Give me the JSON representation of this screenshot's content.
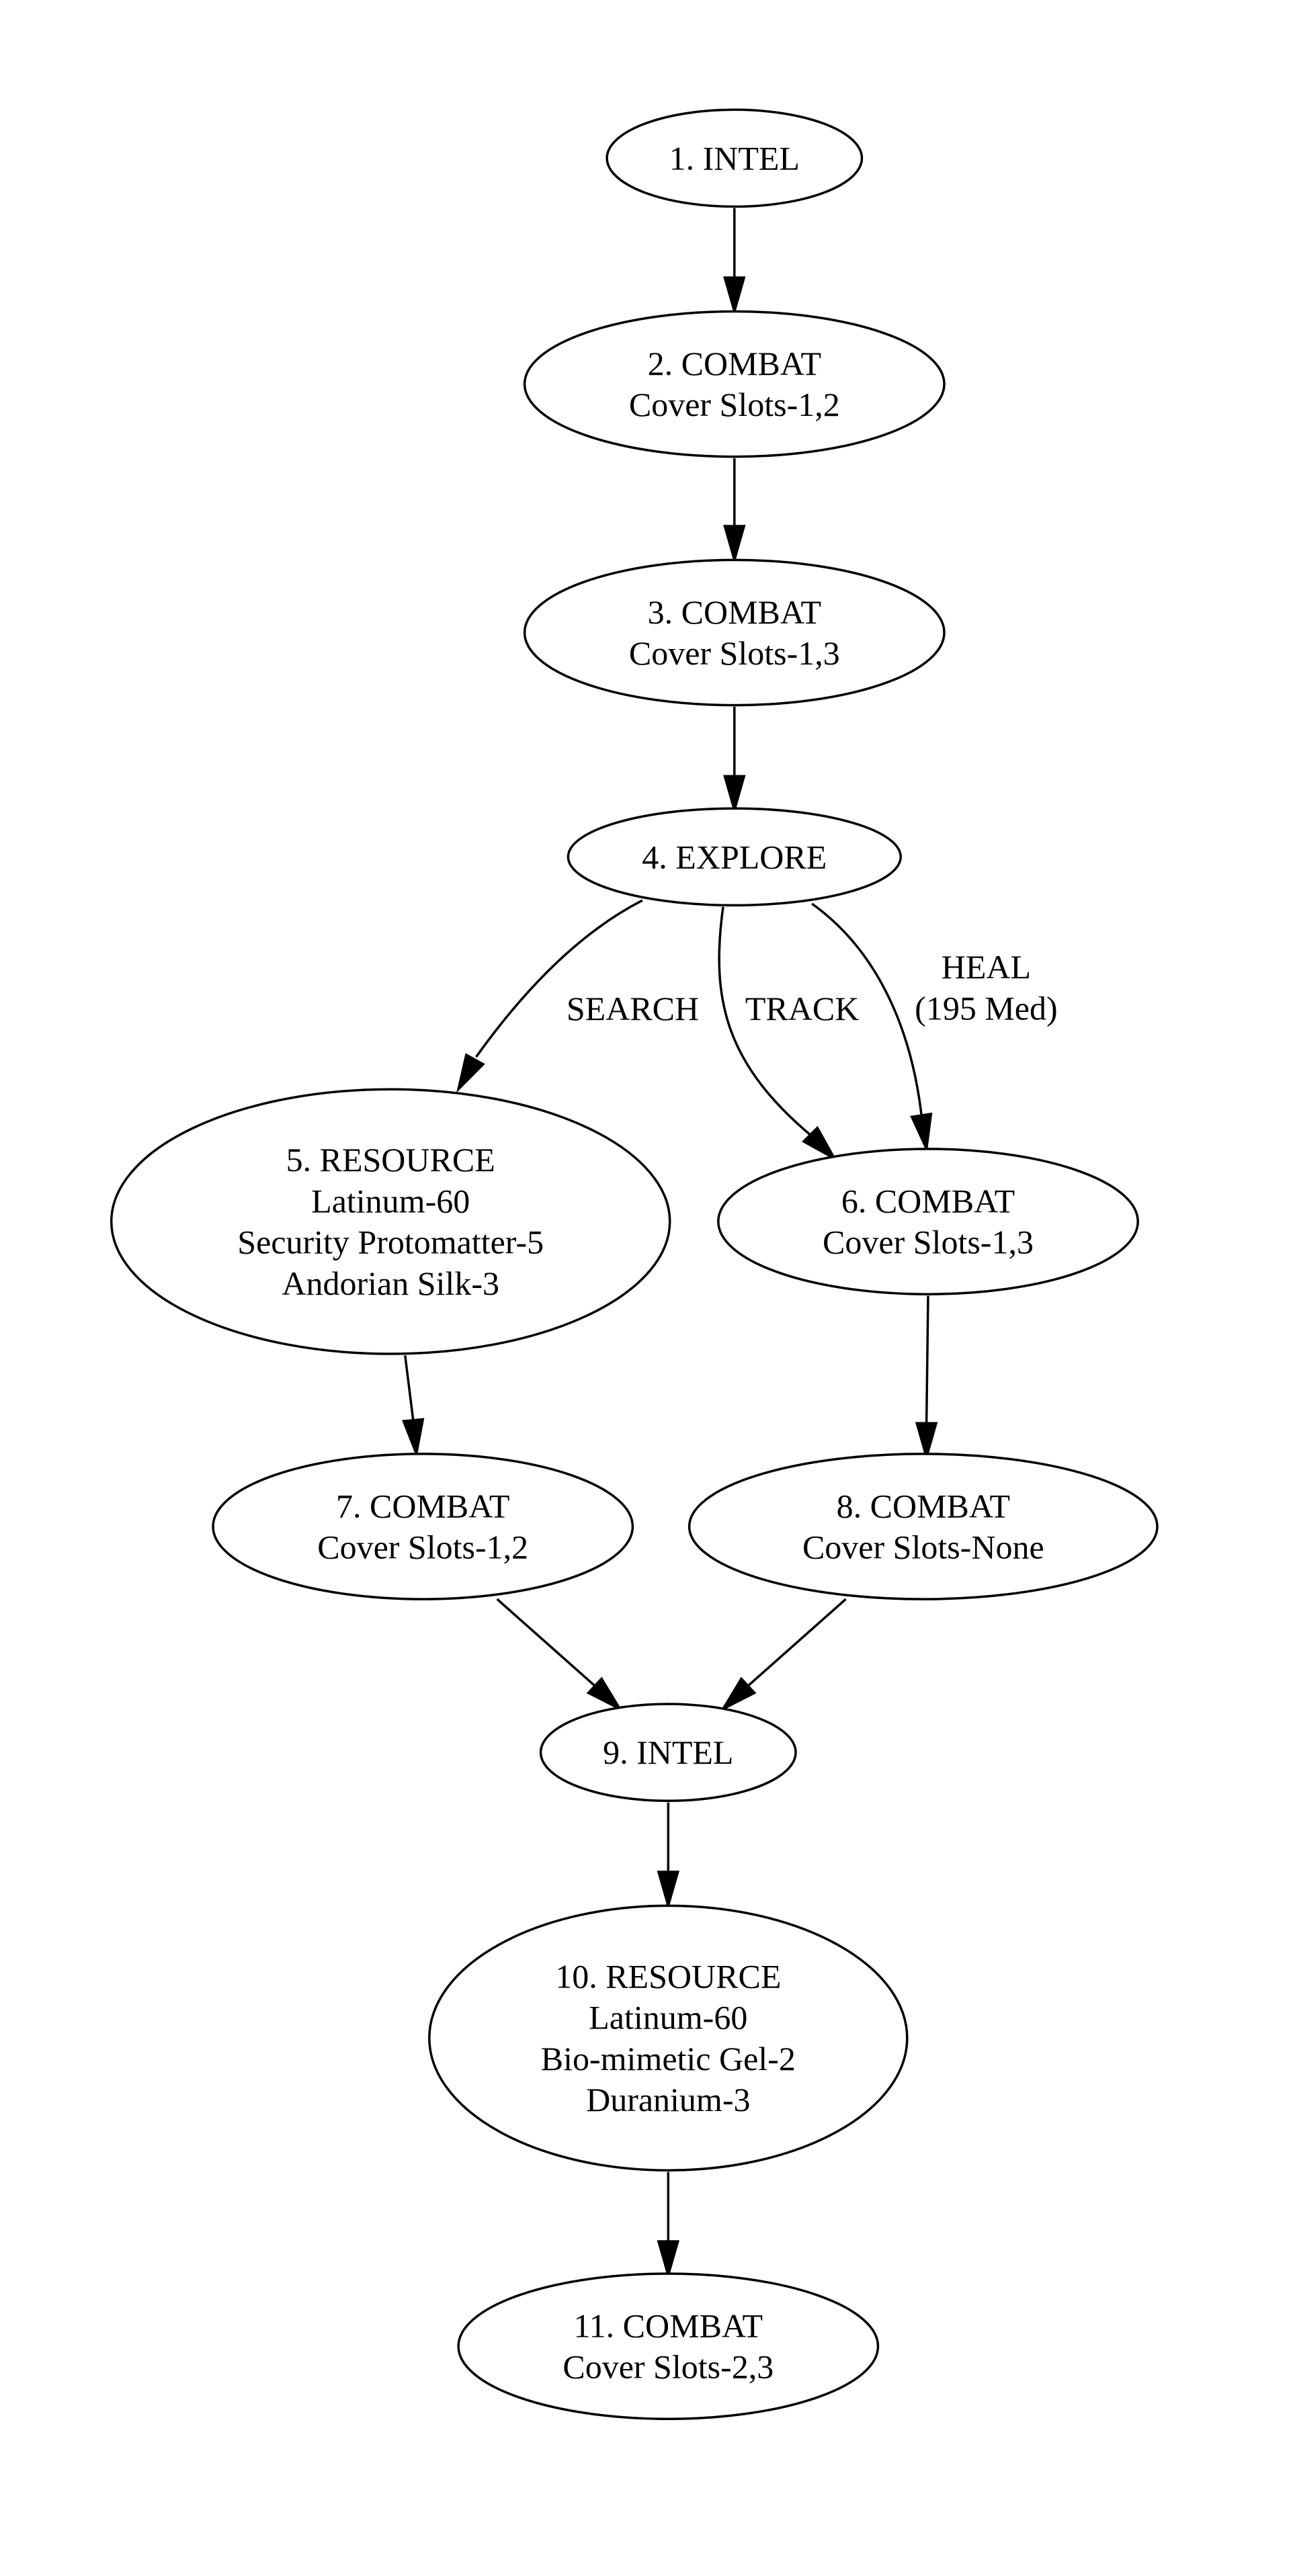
{
  "diagram": {
    "nodes": [
      {
        "id": "n1",
        "lines": [
          "1. INTEL"
        ]
      },
      {
        "id": "n2",
        "lines": [
          "2. COMBAT",
          "Cover Slots-1,2"
        ]
      },
      {
        "id": "n3",
        "lines": [
          "3. COMBAT",
          "Cover Slots-1,3"
        ]
      },
      {
        "id": "n4",
        "lines": [
          "4. EXPLORE"
        ]
      },
      {
        "id": "n5",
        "lines": [
          "5. RESOURCE",
          "Latinum-60",
          "Security Protomatter-5",
          "Andorian Silk-3"
        ]
      },
      {
        "id": "n6",
        "lines": [
          "6. COMBAT",
          "Cover Slots-1,3"
        ]
      },
      {
        "id": "n7",
        "lines": [
          "7. COMBAT",
          "Cover Slots-1,2"
        ]
      },
      {
        "id": "n8",
        "lines": [
          "8. COMBAT",
          "Cover Slots-None"
        ]
      },
      {
        "id": "n9",
        "lines": [
          "9. INTEL"
        ]
      },
      {
        "id": "n10",
        "lines": [
          "10. RESOURCE",
          "Latinum-60",
          "Bio-mimetic Gel-2",
          "Duranium-3"
        ]
      },
      {
        "id": "n11",
        "lines": [
          "11. COMBAT",
          "Cover Slots-2,3"
        ]
      }
    ],
    "edges": [
      {
        "id": "e1-2",
        "from": "n1",
        "to": "n2",
        "label": []
      },
      {
        "id": "e2-3",
        "from": "n2",
        "to": "n3",
        "label": []
      },
      {
        "id": "e3-4",
        "from": "n3",
        "to": "n4",
        "label": []
      },
      {
        "id": "e4-5",
        "from": "n4",
        "to": "n5",
        "label": [
          "SEARCH"
        ]
      },
      {
        "id": "e4-6a",
        "from": "n4",
        "to": "n6",
        "label": [
          "TRACK"
        ]
      },
      {
        "id": "e4-6b",
        "from": "n4",
        "to": "n6",
        "label": [
          "HEAL",
          "(195 Med)"
        ]
      },
      {
        "id": "e5-7",
        "from": "n5",
        "to": "n7",
        "label": []
      },
      {
        "id": "e6-8",
        "from": "n6",
        "to": "n8",
        "label": []
      },
      {
        "id": "e7-9",
        "from": "n7",
        "to": "n9",
        "label": []
      },
      {
        "id": "e8-9",
        "from": "n8",
        "to": "n9",
        "label": []
      },
      {
        "id": "e9-10",
        "from": "n9",
        "to": "n10",
        "label": []
      },
      {
        "id": "e10-11",
        "from": "n10",
        "to": "n11",
        "label": []
      }
    ]
  }
}
